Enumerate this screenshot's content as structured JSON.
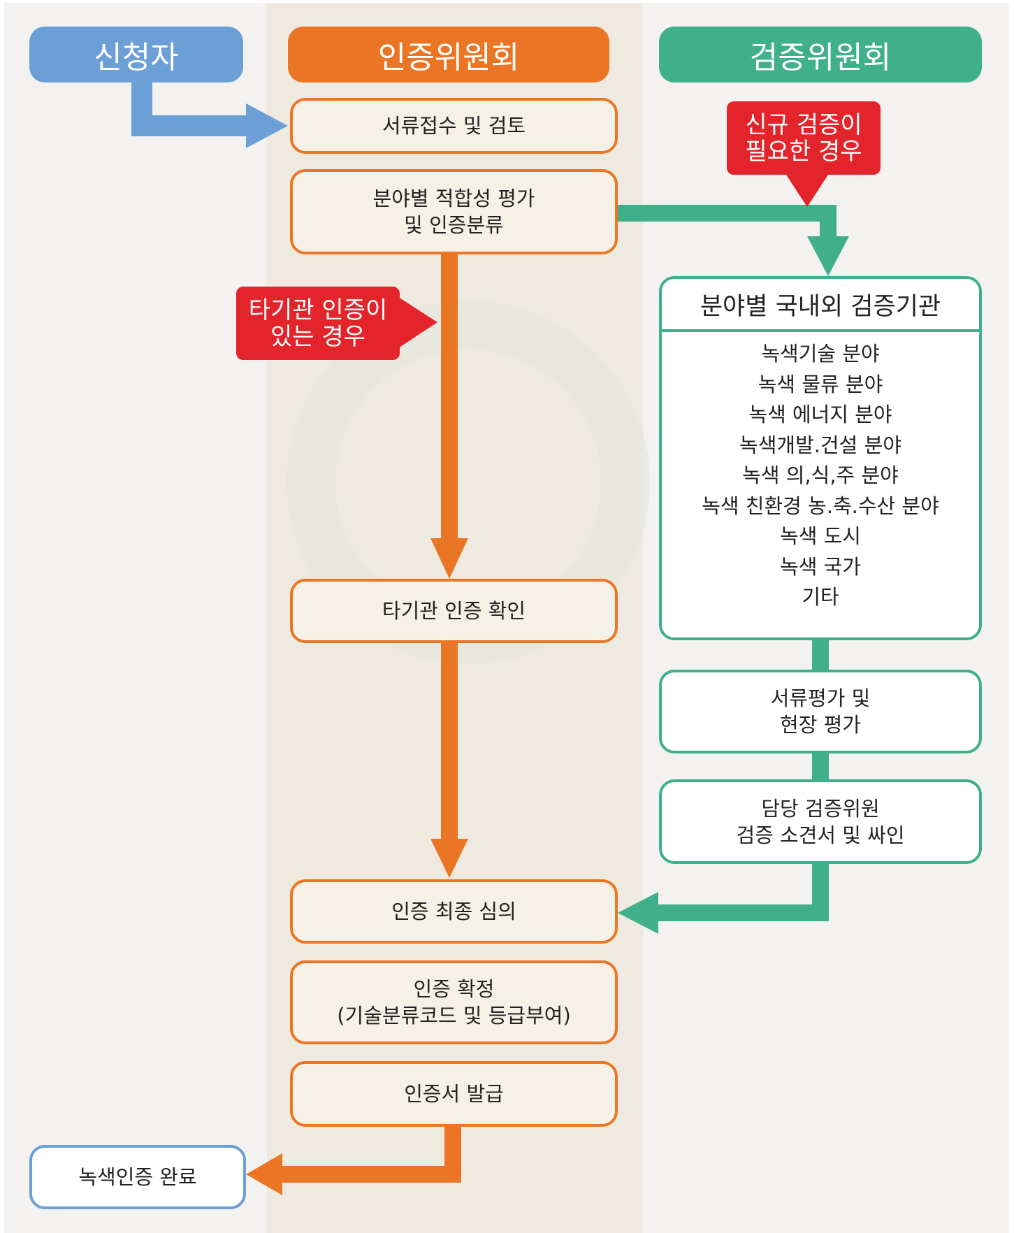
{
  "columns": {
    "applicant": "신청자",
    "certification_committee": "인증위원회",
    "verification_committee": "검증위원회"
  },
  "colors": {
    "applicant": "#6b9fd6",
    "certification": "#ea7625",
    "verification": "#3fb089",
    "callout": "#e3242b"
  },
  "certification_steps": {
    "document_receipt": "서류접수 및 검토",
    "suitability": "분야별 적합성 평가\n및 인증분류",
    "other_org_check": "타기관 인증 확인",
    "final_review": "인증 최종 심의",
    "confirmation": "인증 확정\n(기술분류코드 및 등급부여)",
    "issue": "인증서 발급"
  },
  "callouts": {
    "new_verification": "신규 검증이\n필요한 경우",
    "other_org": "타기관 인증이\n있는 경우"
  },
  "verification": {
    "institution_title": "분야별 국내외 검증기관",
    "fields": [
      "녹색기술 분야",
      "녹색 물류 분야",
      "녹색 에너지 분야",
      "녹색개발.건설 분야",
      "녹색 의,식,주 분야",
      "녹색 친환경 농.축.수산 분야",
      "녹색 도시",
      "녹색 국가",
      "기타"
    ],
    "document_site_eval": "서류평가 및\n현장 평가",
    "opinion_sign": "담당 검증위원\n검증 소견서 및 싸인"
  },
  "result": "녹색인증 완료"
}
